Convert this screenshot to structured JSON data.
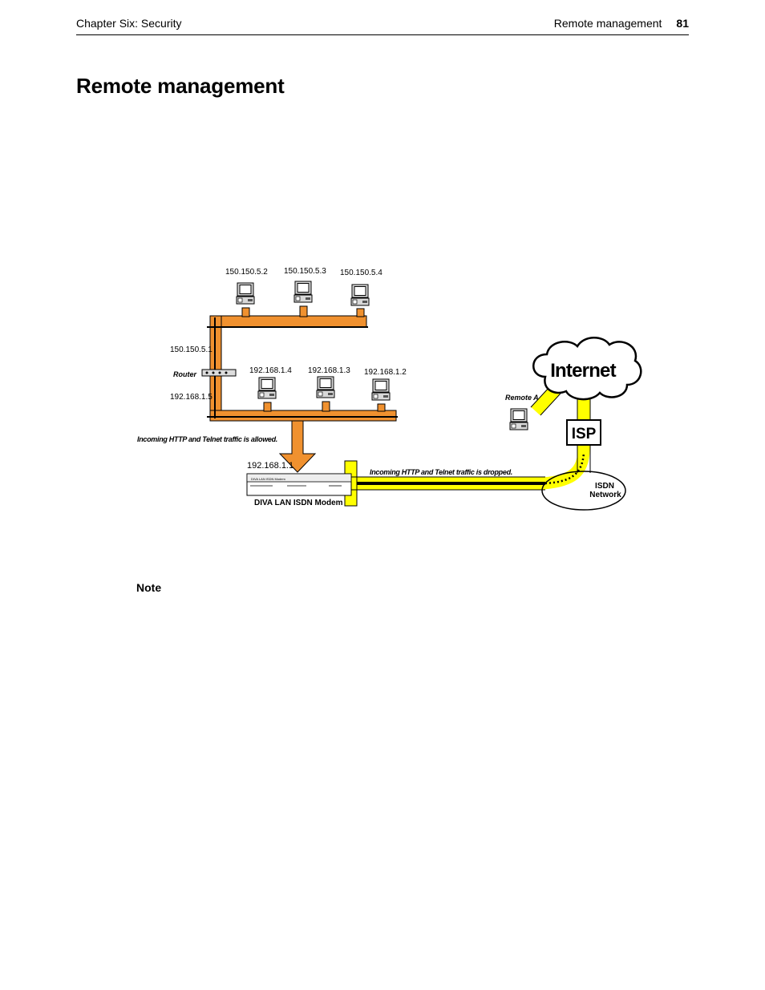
{
  "header": {
    "chapter": "Chapter Six: Security",
    "section": "Remote management",
    "page_number": "81"
  },
  "title": "Remote management",
  "diagram": {
    "top_lan": [
      "150.150.5.2",
      "150.150.5.3",
      "150.150.5.4"
    ],
    "router_top_ip": "150.150.5.1",
    "router_label": "Router",
    "router_bottom_ip": "192.168.1.5",
    "bottom_lan": [
      "192.168.1.4",
      "192.168.1.3",
      "192.168.1.2"
    ],
    "allowed_caption": "Incoming HTTP and Telnet traffic is allowed.",
    "modem_ip": "192.168.1.1",
    "modem_label": "DIVA LAN ISDN Modem",
    "modem_faceplate": "DIVA LAN ISDN Modem",
    "dropped_caption": "Incoming HTTP and Telnet traffic is dropped.",
    "internet_label": "Internet",
    "isp_label": "ISP",
    "remote_label": "Remote A",
    "isdn_line1": "ISDN",
    "isdn_line2": "Network"
  },
  "note_label": "Note",
  "colors": {
    "orange": "#F0912F",
    "yellow": "#FFFF00",
    "black": "#000000"
  }
}
